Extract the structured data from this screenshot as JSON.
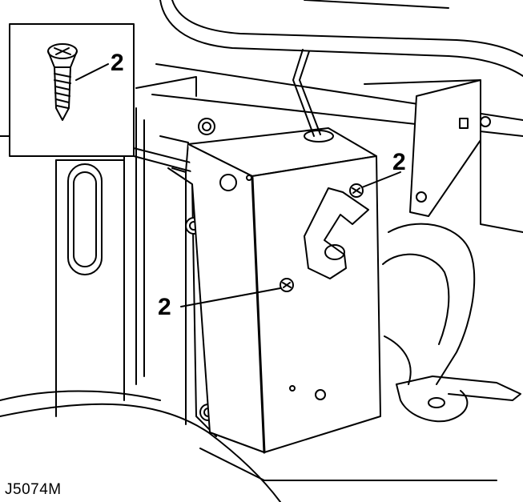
{
  "figure_id": "J5074M",
  "callouts": [
    {
      "label": "2",
      "target": "screw-detail"
    },
    {
      "label": "2",
      "target": "upper-fixing-screw"
    },
    {
      "label": "2",
      "target": "lower-fixing-screw"
    }
  ],
  "colors": {
    "line": "#000000",
    "background": "#ffffff"
  }
}
